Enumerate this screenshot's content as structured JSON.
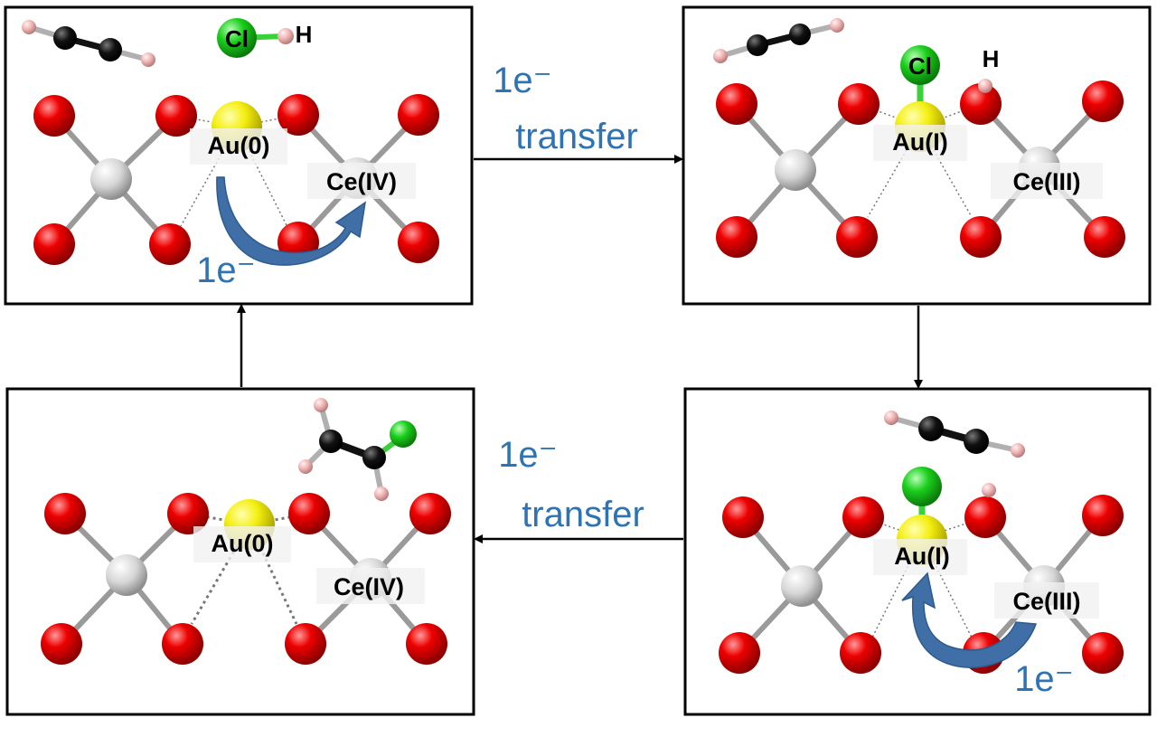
{
  "colors": {
    "oxygen": "#e00000",
    "cerium": "#d8d8d8",
    "gold": "#f2ee10",
    "chlorine": "#1ccf1c",
    "carbon": "#111111",
    "hydrogen": "#f0b6b6",
    "arrow_blue": "#2e74b5",
    "curved_arrow": "#3f6fa6"
  },
  "panels": {
    "top_left": {
      "au_label": "Au(0)",
      "ce_label": "Ce(IV)",
      "cl_label": "Cl",
      "h_label": "H",
      "electron_label": "1e⁻"
    },
    "top_right": {
      "au_label": "Au(I)",
      "ce_label": "Ce(III)",
      "cl_label": "Cl",
      "h_label": "H"
    },
    "bottom_right": {
      "au_label": "Au(I)",
      "ce_label": "Ce(III)",
      "electron_label": "1e⁻"
    },
    "bottom_left": {
      "au_label": "Au(0)",
      "ce_label": "Ce(IV)"
    }
  },
  "transfer_top": {
    "line1": "1e⁻",
    "line2": "transfer"
  },
  "transfer_bottom": {
    "line1": "1e⁻",
    "line2": "transfer"
  }
}
